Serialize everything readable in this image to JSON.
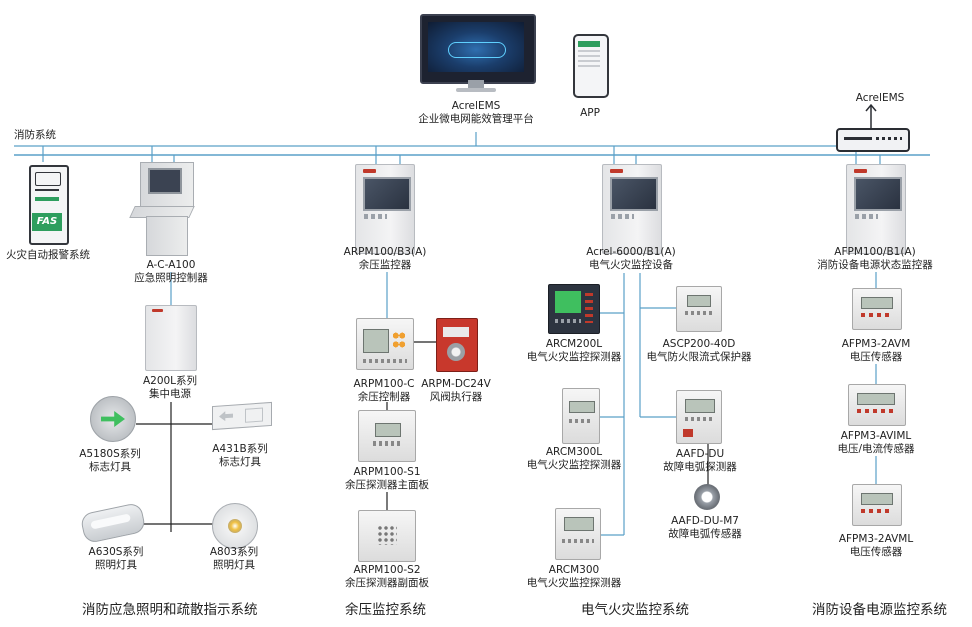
{
  "platform": {
    "name": "AcrelEMS",
    "subtitle": "企业微电网能效管理平台",
    "app_label": "APP",
    "gateway_label": "AcrelEMS"
  },
  "fire_system": {
    "title": "消防系统",
    "badge": "FAS",
    "label": "火灾自动报警系统"
  },
  "devices": {
    "acc100": [
      "A-C-A100",
      "应急照明控制器"
    ],
    "a200l": [
      "A200L系列",
      "集中电源"
    ],
    "a5180s": [
      "A5180S系列",
      "标志灯具"
    ],
    "a431b": [
      "A431B系列",
      "标志灯具"
    ],
    "a630s": [
      "A630S系列",
      "照明灯具"
    ],
    "a803": [
      "A803系列",
      "照明灯具"
    ],
    "arpm_b3": [
      "ARPM100/B3(A)",
      "余压监控器"
    ],
    "arpm_c": [
      "ARPM100-C",
      "余压控制器"
    ],
    "arpm_dc24v": [
      "ARPM-DC24V",
      "风阀执行器"
    ],
    "arpm_s1": [
      "ARPM100-S1",
      "余压探测器主面板"
    ],
    "arpm_s2": [
      "ARPM100-S2",
      "余压探测器副面板"
    ],
    "acrel6000": [
      "Acrel-6000/B1(A)",
      "电气火灾监控设备"
    ],
    "arcm200l": [
      "ARCM200L",
      "电气火灾监控探测器"
    ],
    "ascp200": [
      "ASCP200-40D",
      "电气防火限流式保护器"
    ],
    "arcm300l": [
      "ARCM300L",
      "电气火灾监控探测器"
    ],
    "aafd_du": [
      "AAFD-DU",
      "故障电弧探测器"
    ],
    "aafd_m7": [
      "AAFD-DU-M7",
      "故障电弧传感器"
    ],
    "arcm300": [
      "ARCM300",
      "电气火灾监控探测器"
    ],
    "afpm_b1": [
      "AFPM100/B1(A)",
      "消防设备电源状态监控器"
    ],
    "afpm_2avm": [
      "AFPM3-2AVM",
      "电压传感器"
    ],
    "afpm_aviml": [
      "AFPM3-AVIML",
      "电压/电流传感器"
    ],
    "afpm_2avml": [
      "AFPM3-2AVML",
      "电压传感器"
    ]
  },
  "sections": {
    "lighting": "消防应急照明和疏散指示系统",
    "pressure": "余压监控系统",
    "electrical": "电气火灾监控系统",
    "power": "消防设备电源监控系统"
  },
  "colors": {
    "bus": "#5aa0c8",
    "wire": "#222222",
    "accent_red": "#c0392b",
    "fas_green": "#2e9e5e"
  }
}
